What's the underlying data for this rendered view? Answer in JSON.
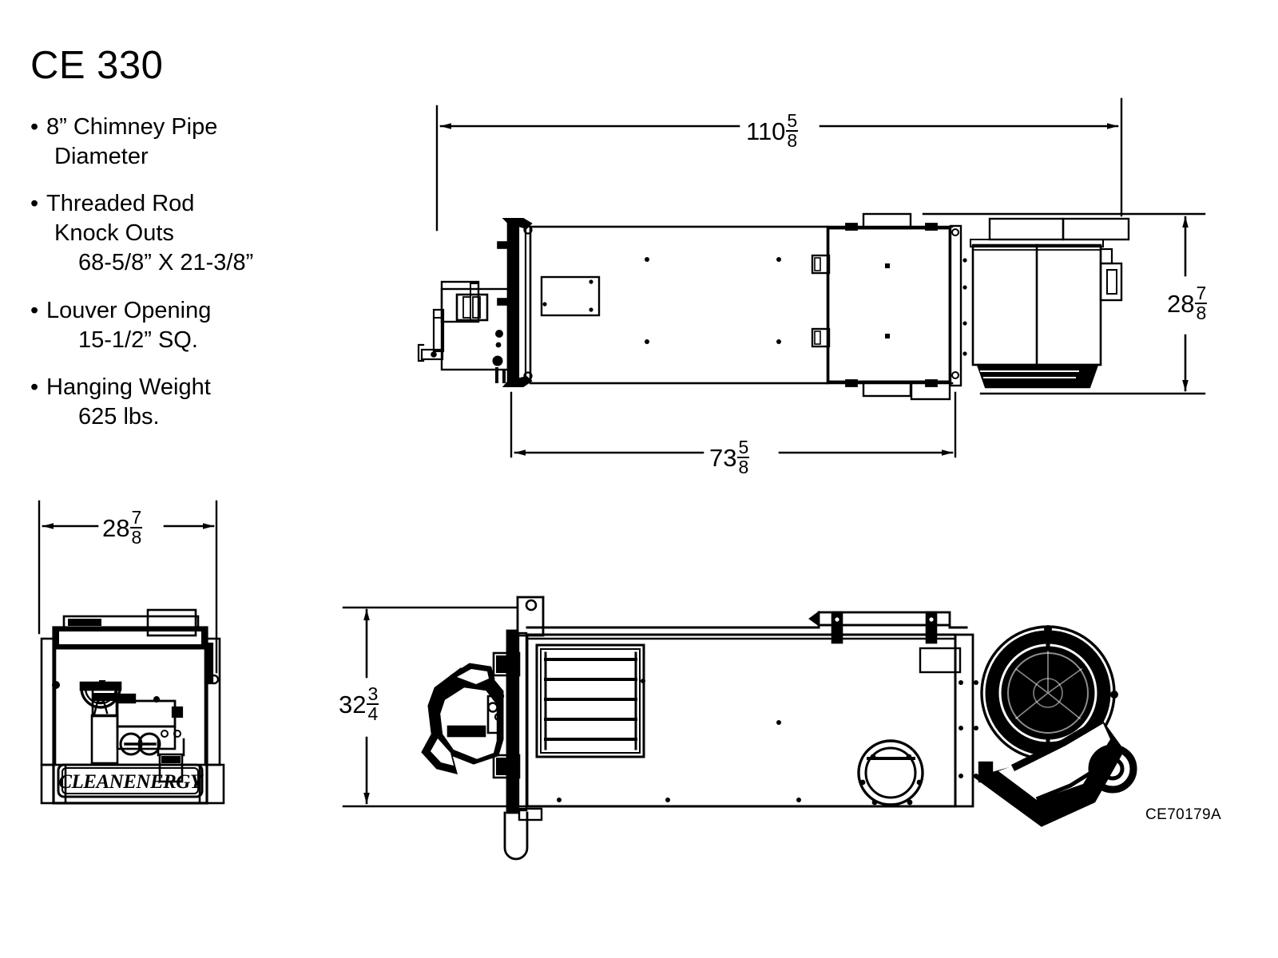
{
  "sheet": {
    "title": "CE 330",
    "drawing_number": "CE70179A",
    "background_color": "#ffffff",
    "line_color": "#000000"
  },
  "specs": [
    {
      "bullet": "•",
      "line1": "8” Chimney Pipe",
      "line2": "Diameter",
      "line3": ""
    },
    {
      "bullet": "•",
      "line1": "Threaded Rod",
      "line2": "Knock Outs",
      "line3": "68-5/8” X 21-3/8”"
    },
    {
      "bullet": "•",
      "line1": "Louver Opening",
      "line2": "",
      "line3": "15-1/2” SQ."
    },
    {
      "bullet": "•",
      "line1": "Hanging Weight",
      "line2": "",
      "line3": "625 lbs."
    }
  ],
  "dimensions": {
    "plan_overall_length": {
      "whole": "110",
      "num": "5",
      "den": "8",
      "label": "110 5/8"
    },
    "plan_partial_length": {
      "whole": "73",
      "num": "5",
      "den": "8",
      "label": "73 5/8"
    },
    "plan_width": {
      "whole": "28",
      "num": "7",
      "den": "8",
      "label": "28 7/8"
    },
    "front_width": {
      "whole": "28",
      "num": "7",
      "den": "8",
      "label": "28 7/8"
    },
    "side_height": {
      "whole": "32",
      "num": "3",
      "den": "4",
      "label": "32 3/4"
    }
  },
  "views": {
    "plan": {
      "name": "plan-view"
    },
    "front": {
      "name": "front-elevation-view",
      "logo_text": "CLEANENERGY"
    },
    "side": {
      "name": "side-elevation-view"
    }
  }
}
